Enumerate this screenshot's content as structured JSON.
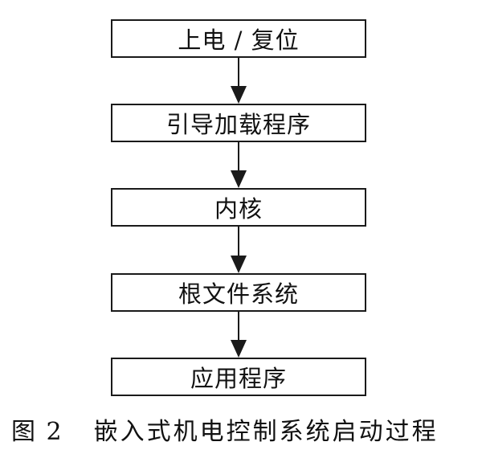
{
  "flow": {
    "steps": [
      {
        "label": "上电 / 复位"
      },
      {
        "label": "引导加载程序"
      },
      {
        "label": "内核"
      },
      {
        "label": "根文件系统"
      },
      {
        "label": "应用程序"
      }
    ]
  },
  "caption": {
    "number": "图 2",
    "title": "嵌入式机电控制系统启动过程"
  }
}
